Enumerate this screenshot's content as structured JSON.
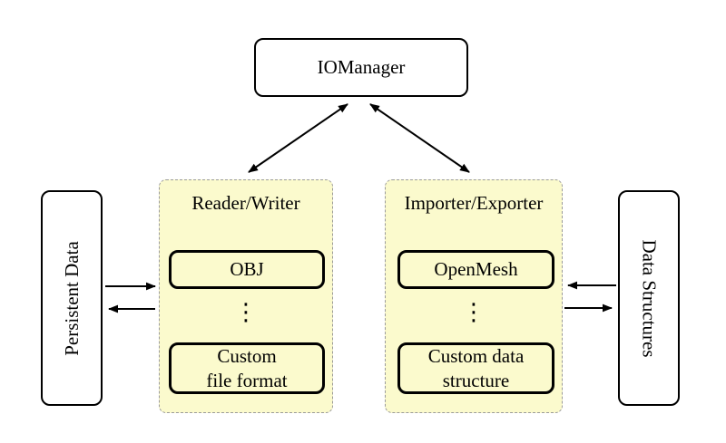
{
  "nodes": {
    "io_manager": "IOManager",
    "persistent_data": "Persistent Data",
    "data_structures": "Data Structures"
  },
  "groups": {
    "reader_writer": {
      "title": "Reader/Writer",
      "items": [
        "OBJ",
        "Custom\nfile format"
      ],
      "ellipsis": "⋮"
    },
    "importer_exporter": {
      "title": "Importer/Exporter",
      "items": [
        "OpenMesh",
        "Custom data\nstructure"
      ],
      "ellipsis": "⋮"
    }
  },
  "connections": [
    {
      "from": "IOManager",
      "to": "Reader/Writer",
      "bidirectional": true
    },
    {
      "from": "IOManager",
      "to": "Importer/Exporter",
      "bidirectional": true
    },
    {
      "from": "Persistent Data",
      "to": "Reader/Writer",
      "bidirectional": false
    },
    {
      "from": "Reader/Writer",
      "to": "Persistent Data",
      "bidirectional": false
    },
    {
      "from": "Data Structures",
      "to": "Importer/Exporter",
      "bidirectional": false
    },
    {
      "from": "Importer/Exporter",
      "to": "Data Structures",
      "bidirectional": false
    }
  ],
  "colors": {
    "background": "#FFFFFF",
    "group_fill": "#FBFACD",
    "group_border": "#9B9B9B",
    "node_border": "#000000",
    "arrow": "#000000"
  }
}
